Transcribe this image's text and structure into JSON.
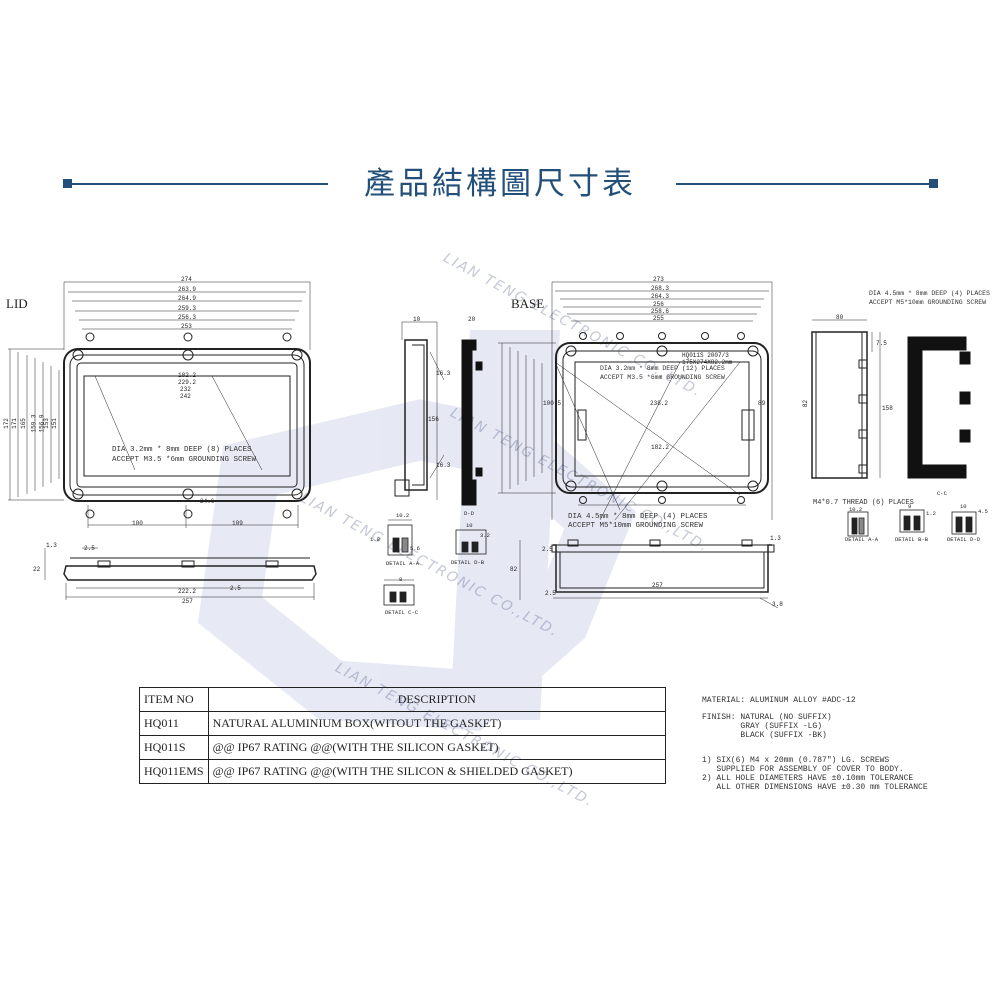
{
  "header": {
    "title": "產品結構圖尺寸表"
  },
  "watermark": {
    "text": "LIAN TENG ELECTRONIC CO.,LTD."
  },
  "views": {
    "lid": {
      "label": "LID",
      "top_dims": [
        "274",
        "263.9",
        "264.9",
        "259.3",
        "256.3",
        "253"
      ],
      "side_dims": [
        "172",
        "171",
        "165",
        "159.3",
        "156.9",
        "153",
        "151"
      ],
      "inner_dims": [
        "182.2",
        "229.2",
        "232",
        "242"
      ],
      "hole_note": [
        "DIA 3.2mm * 8mm DEEP (8) PLACES",
        "ACCEPT M3.5 *6mm GROUNDING SCREW"
      ],
      "bottom_dims": [
        "100",
        "109",
        "24.6"
      ],
      "section_dims": [
        "222.2",
        "257",
        "2.5",
        "2.5",
        "1.3",
        "22"
      ]
    },
    "base": {
      "label": "BASE",
      "top_dims": [
        "273",
        "268.3",
        "264.3",
        "256",
        "258.6",
        "255"
      ],
      "model_text": [
        "HQ011S 2007/3",
        "175X274X82.2mm"
      ],
      "hole_note_top": [
        "DIA 3.2mm * 8mm DEEP (12) PLACES",
        "ACCEPT M3.5 *6mm GROUNDING SCREW"
      ],
      "hole_note_bottom": [
        "DIA 4.5mm * 8mm DEEP (4) PLACES",
        "ACCEPT M5*10mm GROUNDING SCREW"
      ],
      "inner_dims": [
        "238.2",
        "182.2",
        "100.5",
        "89"
      ],
      "section_dims": [
        "257",
        "82",
        "2.5",
        "1.3",
        "2.5",
        "3.8"
      ]
    },
    "side_lid": {
      "dims": [
        "10",
        "20",
        "16.3",
        "156",
        "16.3"
      ],
      "label": "D-D"
    },
    "side_base": {
      "top_note": [
        "DIA 4.5mm * 8mm DEEP (4) PLACES",
        "ACCEPT M5*10mm GROUNDING SCREW"
      ],
      "dims": [
        "80",
        "82",
        "7.5",
        "158"
      ],
      "thread_note": "M4*0.7 THREAD (6) PLACES",
      "label": "C-C"
    },
    "details": [
      "DETAIL A-A",
      "DETAIL D-B",
      "DETAIL C-C",
      "DETAIL A-A",
      "DETAIL B-B",
      "DETAIL D-D"
    ],
    "detail_dims": [
      "10.2",
      "3.2",
      "1.8",
      "5.6",
      "8",
      "9",
      "10",
      "1.2",
      "4.5"
    ]
  },
  "item_table": {
    "header": {
      "item": "ITEM NO",
      "description": "DESCRIPTION"
    },
    "rows": [
      {
        "item": "HQ011",
        "description": "NATURAL ALUMINIUM BOX(WITOUT THE GASKET)"
      },
      {
        "item": "HQ011S",
        "description": "@@ IP67 RATING @@(WITH THE SILICON GASKET)"
      },
      {
        "item": "HQ011EMS",
        "description": "@@ IP67 RATING @@(WITH THE  SILICON & SHIELDED GASKET)"
      }
    ]
  },
  "specs": {
    "material": "MATERIAL: ALUMINUM ALLOY #ADC-12",
    "finish": "FINISH: NATURAL (NO SUFFIX)\n        GRAY (SUFFIX -LG)\n        BLACK (SUFFIX -BK)",
    "notes": "1) SIX(6) M4 x 20mm (0.787\") LG. SCREWS\n   SUPPLIED FOR ASSEMBLY OF COVER TO BODY.\n2) ALL HOLE DIAMETERS HAVE ±0.10mm TOLERANCE\n   ALL OTHER DIMENSIONS HAVE ±0.30 mm TOLERANCE"
  },
  "colors": {
    "accent": "#23507a",
    "line": "#222222",
    "watermark": "#c5c9d6"
  }
}
